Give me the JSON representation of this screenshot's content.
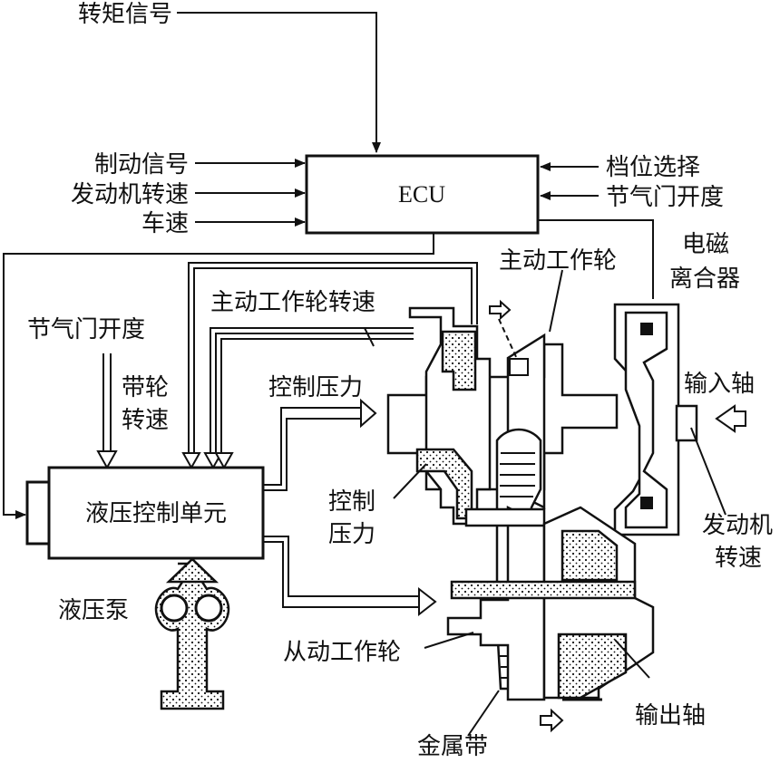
{
  "labels": {
    "torque_signal": "转矩信号",
    "brake_signal": "制动信号",
    "engine_speed": "发动机转速",
    "vehicle_speed": "车速",
    "ecu": "ECU",
    "gear_select": "档位选择",
    "throttle_right": "节气门开度",
    "em_clutch_line1": "电磁",
    "em_clutch_line2": "离合器",
    "drive_pulley": "主动工作轮",
    "drive_pulley_speed": "主动工作轮转速",
    "throttle_left": "节气门开度",
    "belt_wheel_line1": "带轮",
    "belt_wheel_line2": "转速",
    "control_pressure_top": "控制压力",
    "input_shaft": "输入轴",
    "control_pressure_mid_line1": "控制",
    "control_pressure_mid_line2": "压力",
    "hydraulic_unit": "液压控制单元",
    "engine_speed_right_line1": "发动机",
    "engine_speed_right_line2": "转速",
    "hydraulic_pump": "液压泵",
    "driven_pulley": "从动工作轮",
    "output_shaft": "输出轴",
    "metal_belt": "金属带"
  }
}
